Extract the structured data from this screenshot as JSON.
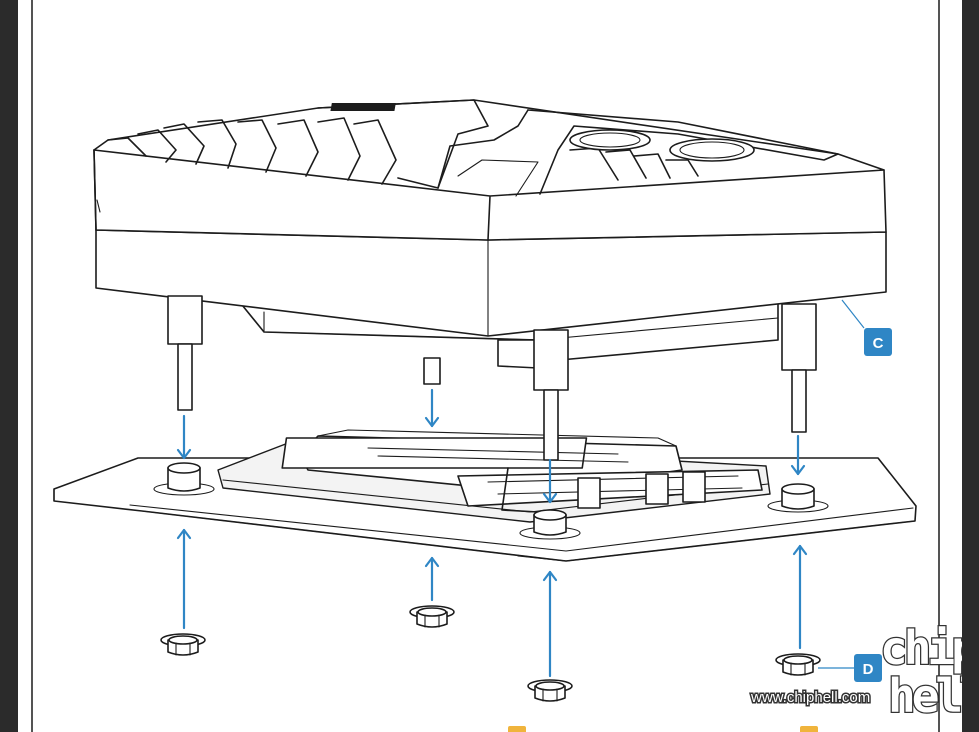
{
  "labels": {
    "c": "C",
    "d": "D"
  },
  "watermark": {
    "url": "www.chiphell.com",
    "line1": "chip",
    "line2": "hell"
  },
  "colors": {
    "accent": "#2f86c5",
    "badge": "#2f86c5",
    "background": "#2b2b2b",
    "page": "#ffffff",
    "bottom_marker": "#f0b43c"
  },
  "icons": {
    "arrow": "arrow-icon",
    "nut": "hex-nut-icon",
    "standoff": "standoff-icon"
  }
}
